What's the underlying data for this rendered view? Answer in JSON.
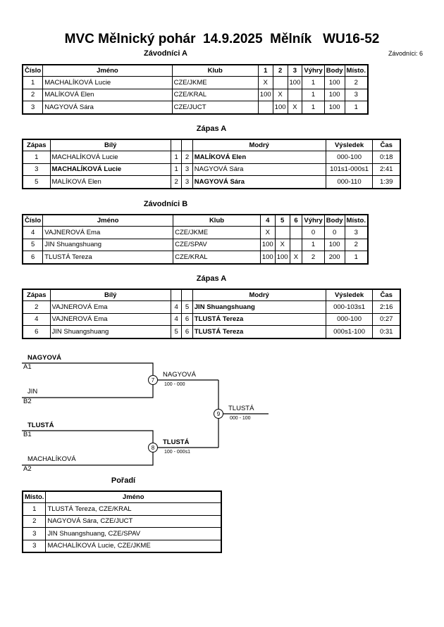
{
  "title": "MVC Mělnický pohár  14.9.2025  Mělník   WU16-52",
  "competitors_count": "Závodníci: 6",
  "pool_a": {
    "heading": "Závodníci A",
    "headers": [
      "Číslo",
      "Jméno",
      "Klub",
      "1",
      "2",
      "3",
      "Výhry",
      "Body",
      "Místo."
    ],
    "rows": [
      [
        "1",
        "MACHALÍKOVÁ Lucie",
        "CZE/JKME",
        "X",
        "",
        "100",
        "1",
        "100",
        "2"
      ],
      [
        "2",
        "MALÍKOVÁ Elen",
        "CZE/KRAL",
        "100",
        "X",
        "",
        "1",
        "100",
        "3"
      ],
      [
        "3",
        "NAGYOVÁ Sára",
        "CZE/JUCT",
        "",
        "100",
        "X",
        "1",
        "100",
        "1"
      ]
    ]
  },
  "matches_a": {
    "heading": "Zápas A",
    "headers": [
      "Zápas",
      "Bílý",
      "",
      "",
      "Modrý",
      "Výsledek",
      "Čas"
    ],
    "rows": [
      [
        "1",
        "MACHALÍKOVÁ Lucie",
        "1",
        "2",
        "MALÍKOVÁ Elen",
        "000-100",
        "0:18"
      ],
      [
        "3",
        "MACHALÍKOVÁ Lucie",
        "1",
        "3",
        "NAGYOVÁ Sára",
        "101s1-000s1",
        "2:41"
      ],
      [
        "5",
        "MALÍKOVÁ Elen",
        "2",
        "3",
        "NAGYOVÁ Sára",
        "000-110",
        "1:39"
      ]
    ],
    "winner_side": [
      "blue",
      "white",
      "blue"
    ]
  },
  "pool_b": {
    "heading": "Závodníci B",
    "headers": [
      "Číslo",
      "Jméno",
      "Klub",
      "4",
      "5",
      "6",
      "Výhry",
      "Body",
      "Místo."
    ],
    "rows": [
      [
        "4",
        "VAJNEROVÁ Ema",
        "CZE/JKME",
        "X",
        "",
        "",
        "0",
        "0",
        "3"
      ],
      [
        "5",
        "JIN Shuangshuang",
        "CZE/SPAV",
        "100",
        "X",
        "",
        "1",
        "100",
        "2"
      ],
      [
        "6",
        "TLUSTÁ Tereza",
        "CZE/KRAL",
        "100",
        "100",
        "X",
        "2",
        "200",
        "1"
      ]
    ]
  },
  "matches_b": {
    "heading": "Zápas A",
    "headers": [
      "Zápas",
      "Bílý",
      "",
      "",
      "Modrý",
      "Výsledek",
      "Čas"
    ],
    "rows": [
      [
        "2",
        "VAJNEROVÁ Ema",
        "4",
        "5",
        "JIN Shuangshuang",
        "000-103s1",
        "2:16"
      ],
      [
        "4",
        "VAJNEROVÁ Ema",
        "4",
        "6",
        "TLUSTÁ Tereza",
        "000-100",
        "0:27"
      ],
      [
        "6",
        "JIN Shuangshuang",
        "5",
        "6",
        "TLUSTÁ Tereza",
        "000s1-100",
        "0:31"
      ]
    ],
    "winner_side": [
      "blue",
      "blue",
      "blue"
    ]
  },
  "bracket": {
    "sf1_top_name": "NAGYOVÁ",
    "sf1_top_seed": "A1",
    "sf1_bottom_name": "JIN",
    "sf1_bottom_seed": "B2",
    "sf1_match": "7",
    "sf1_winner": "NAGYOVÁ",
    "sf1_score": "100 - 000",
    "sf2_top_name": "TLUSTÁ",
    "sf2_top_seed": "B1",
    "sf2_bottom_name": "MACHALÍKOVÁ",
    "sf2_bottom_seed": "A2",
    "sf2_match": "8",
    "sf2_winner": "TLUSTÁ",
    "sf2_score": "100 - 000s1",
    "final_match": "9",
    "final_winner": "TLUSTÁ",
    "final_score": "000 - 100"
  },
  "ranking": {
    "heading": "Pořadí",
    "headers": [
      "Místo.",
      "Jméno"
    ],
    "rows": [
      [
        "1",
        "TLUSTÁ Tereza, CZE/KRAL"
      ],
      [
        "2",
        "NAGYOVÁ Sára, CZE/JUCT"
      ],
      [
        "3",
        "JIN Shuangshuang, CZE/SPAV"
      ],
      [
        "3",
        "MACHALÍKOVÁ Lucie, CZE/JKME"
      ]
    ]
  }
}
